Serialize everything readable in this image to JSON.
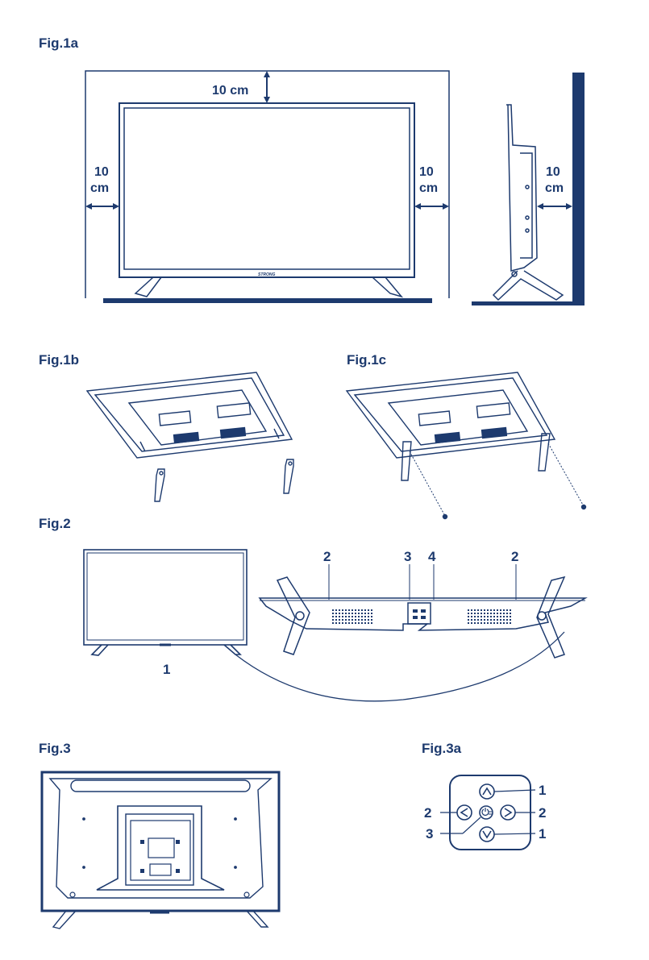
{
  "figures": {
    "fig1a": "Fig.1a",
    "fig1b": "Fig.1b",
    "fig1c": "Fig.1c",
    "fig2": "Fig.2",
    "fig3": "Fig.3",
    "fig3a": "Fig.3a"
  },
  "fig1a": {
    "top_gap": "10 cm",
    "left_gap_line1": "10",
    "left_gap_line2": "cm",
    "right_gap_line1": "10",
    "right_gap_line2": "cm",
    "side_gap_line1": "10",
    "side_gap_line2": "cm",
    "brand": "STRONG"
  },
  "fig2": {
    "callout_1": "1",
    "callout_2_left": "2",
    "callout_3": "3",
    "callout_4": "4",
    "callout_2_right": "2"
  },
  "fig3a": {
    "label_up": "1",
    "label_left": "2",
    "label_right": "2",
    "label_power": "3",
    "label_down": "1"
  },
  "colors": {
    "ink": "#1d3a6e"
  },
  "icons": [
    "arrow-up-icon",
    "arrow-left-icon",
    "arrow-right-icon",
    "arrow-down-icon",
    "power-menu-icon"
  ]
}
